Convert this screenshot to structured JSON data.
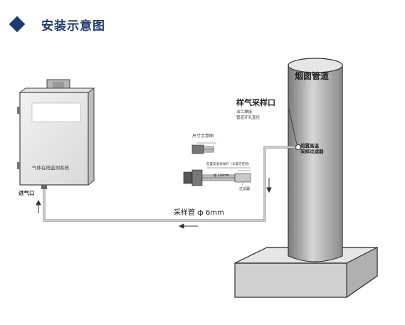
{
  "header": {
    "title": "安装示意图",
    "icon": "diamond-bullet-icon",
    "accent": "#1f3a6e"
  },
  "cabinet": {
    "label": "气体在线监测系统",
    "inlet_label": "进气口"
  },
  "chimney": {
    "label": "烟囱管道"
  },
  "sampling_port": {
    "title": "样气采样口",
    "notes": [
      "法兰焊接",
      "管道开孔直径"
    ],
    "filter_label": [
      "前置高温",
      "采样过滤器"
    ]
  },
  "detail": {
    "title": "尺寸示意图",
    "probe_label": "前置高温采样杆（长度可定制）",
    "diameter_label": "ф 16mm",
    "filter_label": "过滤器"
  },
  "sample_tube": {
    "label": "采样管 ф 6mm"
  }
}
